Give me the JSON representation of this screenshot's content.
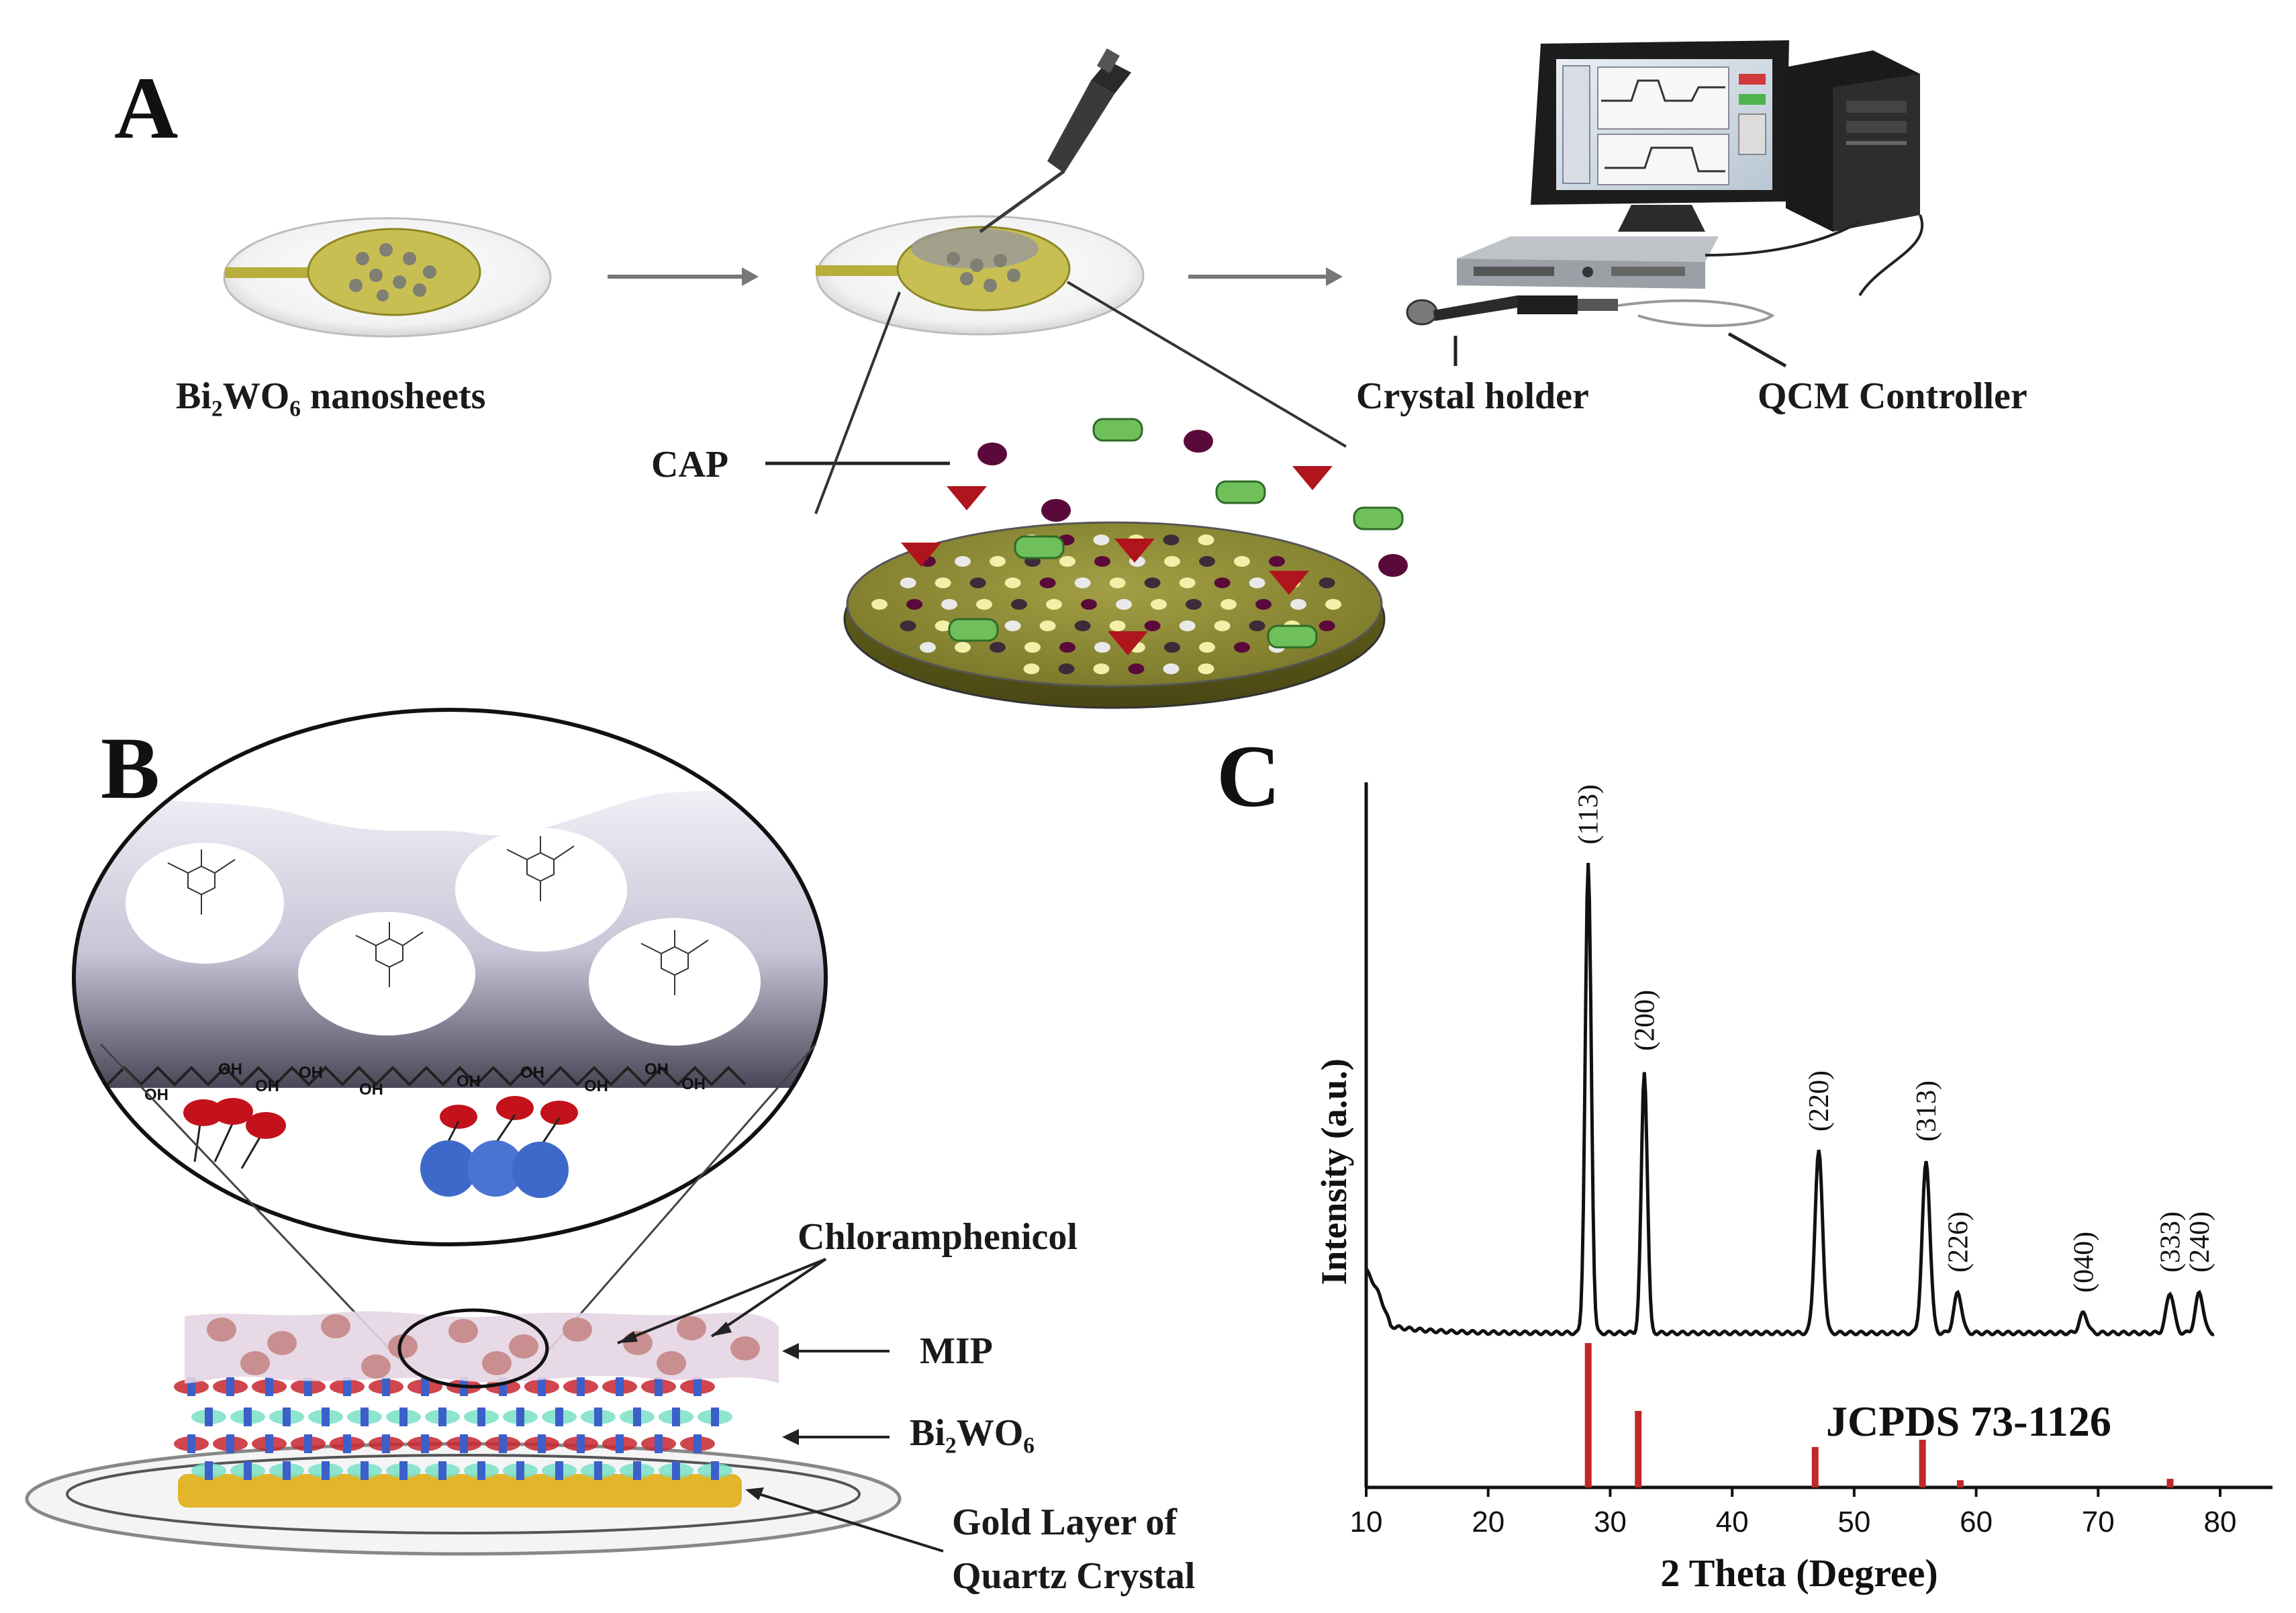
{
  "panels": {
    "a": "A",
    "b": "B",
    "c": "C"
  },
  "panel_a": {
    "nanosheets_label": "Bi₂WO₆ nanosheets",
    "cap_label": "CAP",
    "crystal_holder_label": "Crystal holder",
    "qcm_controller_label": "QCM Controller"
  },
  "panel_b": {
    "chloramphenicol_label": "Chloramphenicol",
    "mip_label": "MIP",
    "bi2wo6_label": "Bi₂WO₆",
    "gold_layer_label_line1": "Gold Layer of",
    "gold_layer_label_line2": "Quartz Crystal",
    "oh_labels": [
      "OH",
      "OH",
      "OH",
      "OH",
      "OH",
      "OH",
      "OH",
      "OH",
      "OH",
      "OH"
    ]
  },
  "colors": {
    "gold": "#c8b64a",
    "disc_green": "#8a8a2e",
    "cap_green": "#6fbf5a",
    "cap_red": "#b0141c",
    "cap_purple": "#5a0a3a",
    "xrd_reference": "#c0282a",
    "mip_pink": "#c98f90",
    "molecule_red": "#c3121b",
    "molecule_blue": "#3f69c9"
  },
  "icons": [
    "pipette-icon",
    "computer-monitor-icon",
    "pc-tower-icon",
    "qcm-controller-icon",
    "crystal-holder-icon"
  ],
  "chart_data": {
    "type": "line",
    "xlabel": "2 Theta (Degree)",
    "ylabel": "Intensity (a.u.)",
    "xlim": [
      10,
      80
    ],
    "x_ticks": [
      10,
      20,
      30,
      40,
      50,
      60,
      70,
      80
    ],
    "grid": false,
    "reference_label": "JCPDS  73-1126",
    "peaks": [
      {
        "x": 28.2,
        "height": 0.93,
        "label": "(113)"
      },
      {
        "x": 32.8,
        "height": 0.52,
        "label": "(200)"
      },
      {
        "x": 47.1,
        "height": 0.36,
        "label": "(220)"
      },
      {
        "x": 55.9,
        "height": 0.34,
        "label": "(313)"
      },
      {
        "x": 58.5,
        "height": 0.08,
        "label": "(226)"
      },
      {
        "x": 68.8,
        "height": 0.04,
        "label": "(040)"
      },
      {
        "x": 75.9,
        "height": 0.08,
        "label": "(333)"
      },
      {
        "x": 78.3,
        "height": 0.08,
        "label": "(240)"
      }
    ],
    "reference_lines": [
      {
        "x": 28.2,
        "height": 1.0
      },
      {
        "x": 32.3,
        "height": 0.53
      },
      {
        "x": 46.8,
        "height": 0.28
      },
      {
        "x": 55.6,
        "height": 0.33
      },
      {
        "x": 58.7,
        "height": 0.05
      },
      {
        "x": 75.9,
        "height": 0.06
      }
    ]
  }
}
